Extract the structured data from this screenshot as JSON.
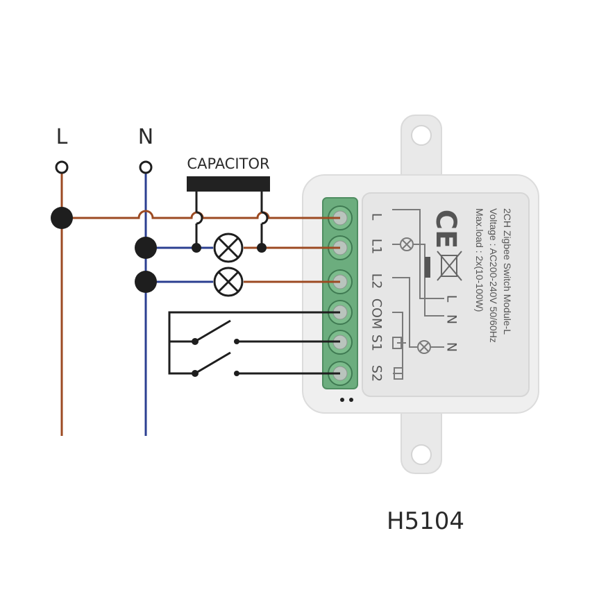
{
  "labels": {
    "line": "L",
    "neutral": "N",
    "capacitor": "CAPACITOR",
    "model": "H5104"
  },
  "device": {
    "title": "2CH Zigbee Switch Module-L",
    "voltage": "Voltage : AC200-240V 50/60Hz",
    "max_load": "Max.load : 2x(10-100W)",
    "terminals": [
      "L",
      "L1",
      "L2",
      "COM",
      "S1",
      "S2"
    ],
    "schematic_labels": [
      "L",
      "N",
      "N"
    ],
    "ce_mark": "CE"
  },
  "icons": [
    "terminal-screw-icon",
    "lamp-icon",
    "ce-mark-icon",
    "weee-bin-icon",
    "switch-icon",
    "capacitor-icon"
  ],
  "colors": {
    "live_wire": "#9c4a22",
    "neutral_wire": "#2b3f91",
    "switch_wire": "#1e1e1e",
    "terminal_block": "#6cad7e",
    "device_body": "#f0f0f0"
  }
}
